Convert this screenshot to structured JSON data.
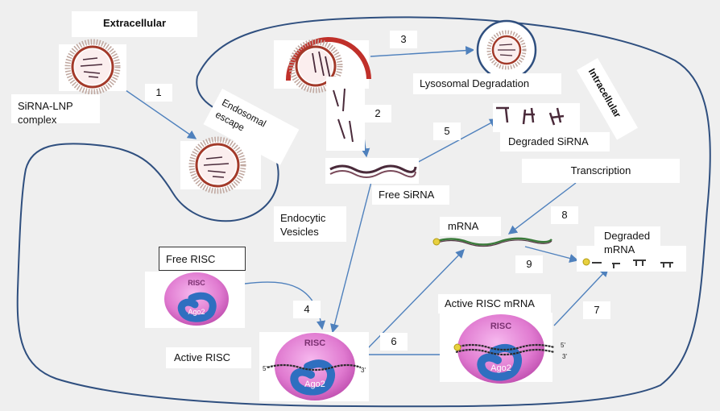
{
  "labels": {
    "extracellular": "Extracellular",
    "intracellular": "Intracellular",
    "sirna_lnp": "SiRNA-LNP complex",
    "endosomal_escape": "Endosomal escape",
    "lysosomal_degradation": "Lysosomal Degradation",
    "degraded_sirna": "Degraded SiRNA",
    "free_sirna": "Free SiRNA",
    "endocytic_vesicles": "Endocytic Vesicles",
    "transcription": "Transcription",
    "mrna": "mRNA",
    "degraded_mrna": "Degraded mRNA",
    "free_risc": "Free RISC",
    "active_risc": "Active RISC",
    "active_risc_mrna": "Active RISC mRNA"
  },
  "steps": [
    "1",
    "2",
    "3",
    "4",
    "5",
    "6",
    "7",
    "8",
    "9"
  ],
  "risc": {
    "title": "RISC",
    "ago": "Ago2",
    "five_prime": "5'",
    "three_prime": "3'"
  },
  "colors": {
    "background": "#efefef",
    "cell_membrane": "#2f4f7f",
    "arrow": "#4f81bd",
    "lipid_head": "#a33a2a",
    "risc_pink": "#e07ad0",
    "ago_blue": "#2f6fc0",
    "rna": "#4a2a3a"
  }
}
